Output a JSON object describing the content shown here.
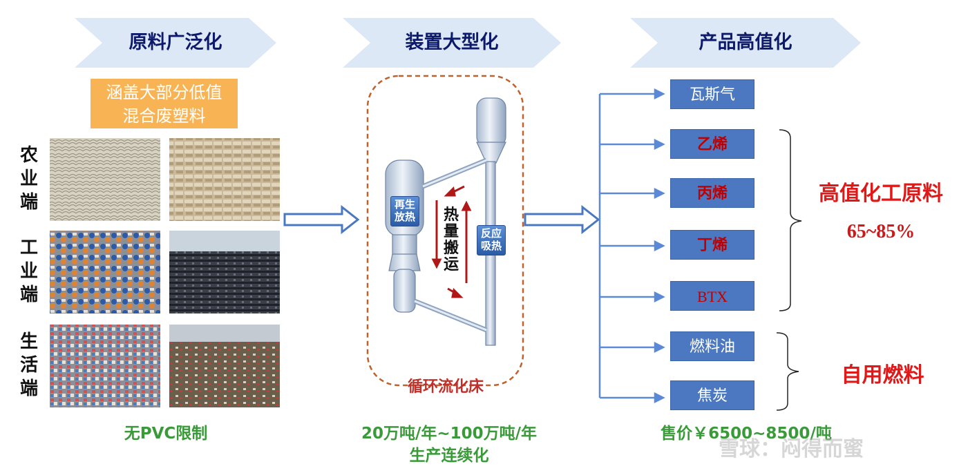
{
  "headers": [
    "原料广泛化",
    "装置大型化",
    "产品高值化"
  ],
  "raw_material_note": [
    "涵盖大部分低值",
    "混合废塑料"
  ],
  "row_labels": [
    [
      "农",
      "业",
      "端"
    ],
    [
      "工",
      "业",
      "端"
    ],
    [
      "生",
      "活",
      "端"
    ]
  ],
  "reactor": {
    "regen_label": [
      "再生",
      "放热"
    ],
    "react_label": [
      "反应",
      "吸热"
    ],
    "heat_label": [
      "热",
      "量",
      "搬",
      "运"
    ],
    "caption": "循环流化床"
  },
  "products": [
    "瓦斯气",
    "乙烯",
    "丙烯",
    "丁烯",
    "BTX",
    "燃料油",
    "焦炭"
  ],
  "group_high": {
    "title": "高值化工原料",
    "share": "65~85%"
  },
  "group_fuel": {
    "title": "自用燃料"
  },
  "bottom": {
    "left": "无PVC限制",
    "middle_line1": "20万吨/年~100万吨/年",
    "middle_line2": "生产连续化",
    "right": "售价￥6500~8500/吨"
  },
  "watermark": "雪球：闷得而蜜",
  "colors": {
    "accent_blue": "#4b78c0",
    "chevron": "#dde8f6",
    "red": "#e01818",
    "green": "#3a9a3a",
    "orange": "#f8b454"
  }
}
